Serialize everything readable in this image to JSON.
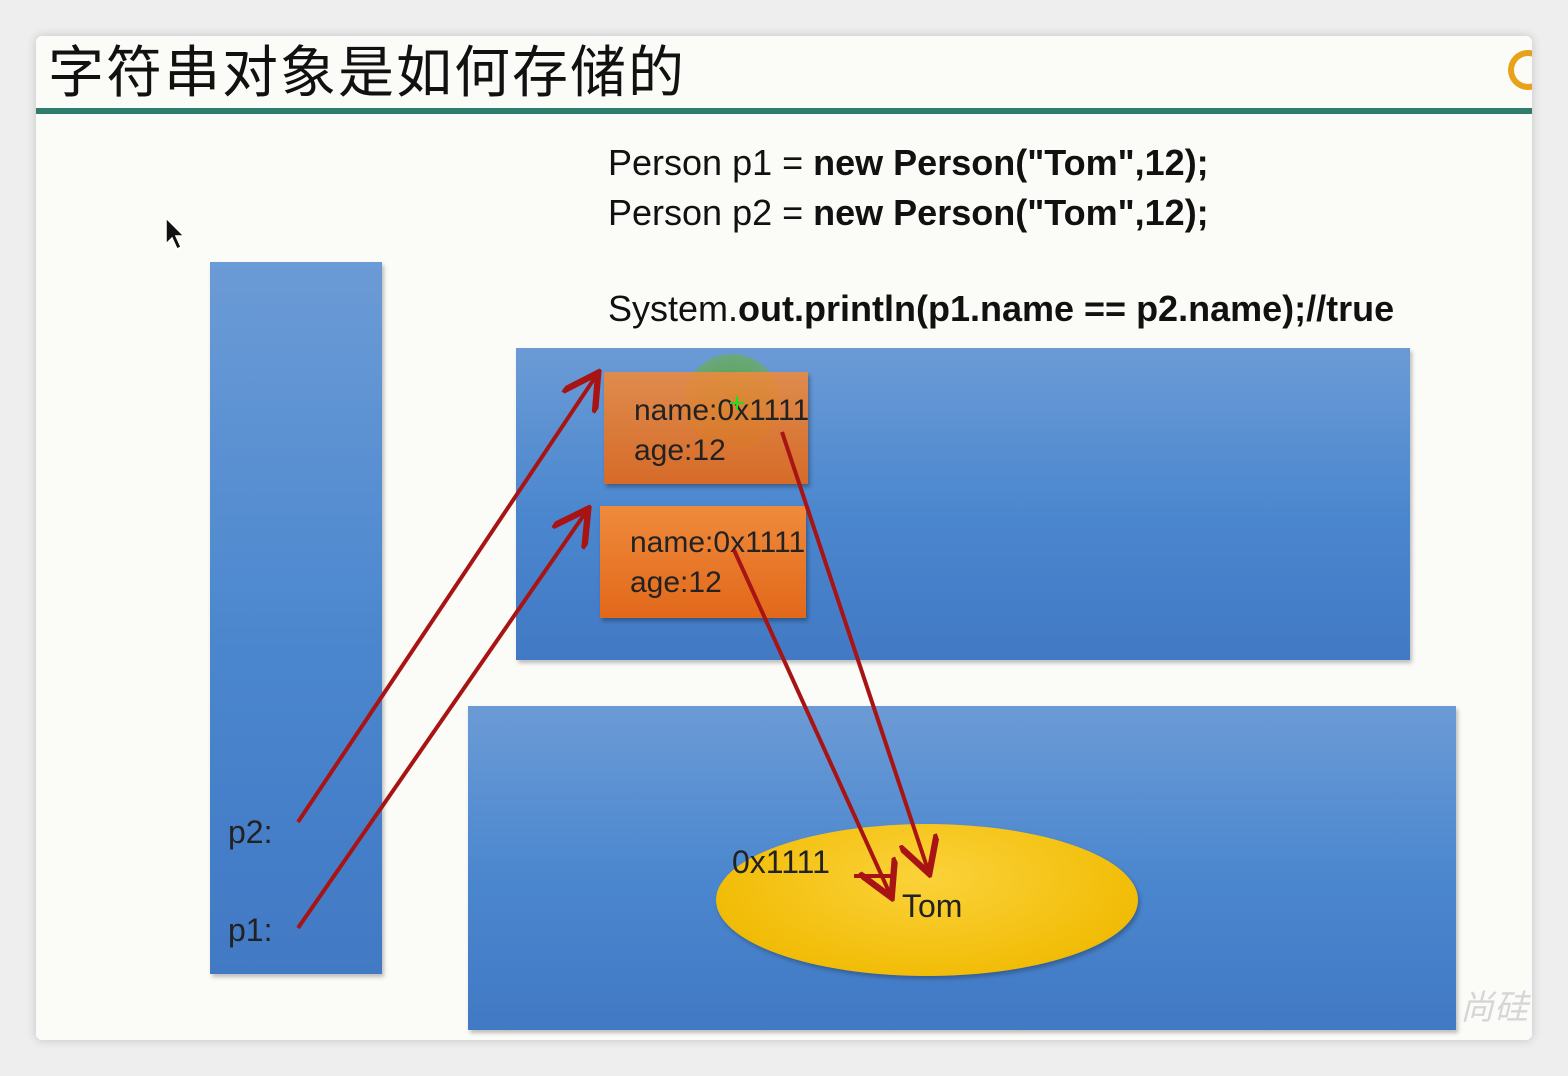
{
  "title": "字符串对象是如何存储的",
  "code": {
    "line1_plain": "Person p1 = ",
    "line1_bold": "new Person(\"Tom\",12);",
    "line2_plain": "Person p2 = ",
    "line2_bold": "new Person(\"Tom\",12);",
    "line3_plain": "System.",
    "line3_bold": "out.println(p1.name == p2.name);//true"
  },
  "stack": {
    "p2_label": "p2:",
    "p1_label": "p1:"
  },
  "heap": {
    "obj1": {
      "name": "name:0x1111",
      "age": "age:12"
    },
    "obj2": {
      "name": "name:0x1111",
      "age": "age:12"
    }
  },
  "string_pool": {
    "address": "0x1111",
    "value": "Tom"
  },
  "watermark": "尚硅",
  "colors": {
    "title_line": "#2f7d6b",
    "panel_blue": "#4a86ce",
    "object_orange": "#e2681a",
    "oval_yellow": "#f2bd08",
    "arrow_red": "#a81414"
  }
}
